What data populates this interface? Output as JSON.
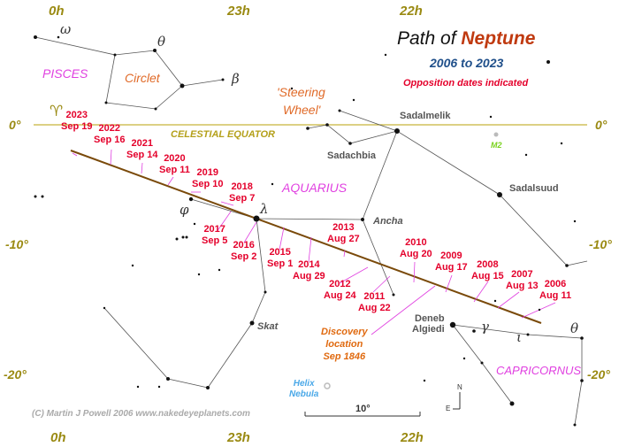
{
  "title": {
    "prefix": "Path of ",
    "planet": "Neptune"
  },
  "years": "2006 to 2023",
  "subtitle": "Opposition dates indicated",
  "ra_top": [
    "0h",
    "23h",
    "22h"
  ],
  "ra_bottom": [
    "0h",
    "23h",
    "22h"
  ],
  "dec_left": [
    "0°",
    "-10°",
    "-20°"
  ],
  "dec_right": [
    "0°",
    "-10°",
    "-20°"
  ],
  "equator_label": "CELESTIAL EQUATOR",
  "aries_symbol": "♈",
  "constellations": {
    "pisces": "PISCES",
    "aquarius": "AQUARIUS",
    "capricornus": "CAPRICORNUS"
  },
  "asterisms": {
    "circlet": "Circlet",
    "steering_line1": "'Steering",
    "steering_line2": "Wheel'"
  },
  "greek": {
    "omega": "ω",
    "theta_psc": "θ",
    "beta": "β",
    "phi": "φ",
    "lambda": "λ",
    "gamma": "γ",
    "iota": "ι",
    "theta_cap": "θ"
  },
  "stars": {
    "sadalmelik": "Sadalmelik",
    "sadachbia": "Sadachbia",
    "sadalsuud": "Sadalsuud",
    "ancha": "Ancha",
    "skat": "Skat",
    "deneb1": "Deneb",
    "deneb2": "Algiedi"
  },
  "m2": "M2",
  "helix": {
    "line1": "Helix",
    "line2": "Nebula"
  },
  "discovery": {
    "line1": "Discovery",
    "line2": "location",
    "line3": "Sep 1846"
  },
  "oppositions": [
    {
      "year": "2023",
      "date": "Sep 19"
    },
    {
      "year": "2022",
      "date": "Sep 16"
    },
    {
      "year": "2021",
      "date": "Sep 14"
    },
    {
      "year": "2020",
      "date": "Sep 11"
    },
    {
      "year": "2019",
      "date": "Sep 10"
    },
    {
      "year": "2018",
      "date": "Sep 7"
    },
    {
      "year": "2017",
      "date": "Sep 5"
    },
    {
      "year": "2016",
      "date": "Sep 2"
    },
    {
      "year": "2015",
      "date": "Sep 1"
    },
    {
      "year": "2014",
      "date": "Aug 29"
    },
    {
      "year": "2013",
      "date": "Aug 27"
    },
    {
      "year": "2012",
      "date": "Aug 24"
    },
    {
      "year": "2011",
      "date": "Aug 22"
    },
    {
      "year": "2010",
      "date": "Aug 20"
    },
    {
      "year": "2009",
      "date": "Aug 17"
    },
    {
      "year": "2008",
      "date": "Aug 15"
    },
    {
      "year": "2007",
      "date": "Aug 13"
    },
    {
      "year": "2006",
      "date": "Aug 11"
    }
  ],
  "scale_label": "10°",
  "compass": {
    "north": "N",
    "east": "E"
  },
  "credit": "(C) Martin J Powell  2006  www.nakedeyeplanets.com",
  "colors": {
    "axis": "#9a8a12",
    "path": "#7a4a0a",
    "opposition": "#e4002b",
    "leader": "#e040e0",
    "neptune": "#c03a10"
  }
}
